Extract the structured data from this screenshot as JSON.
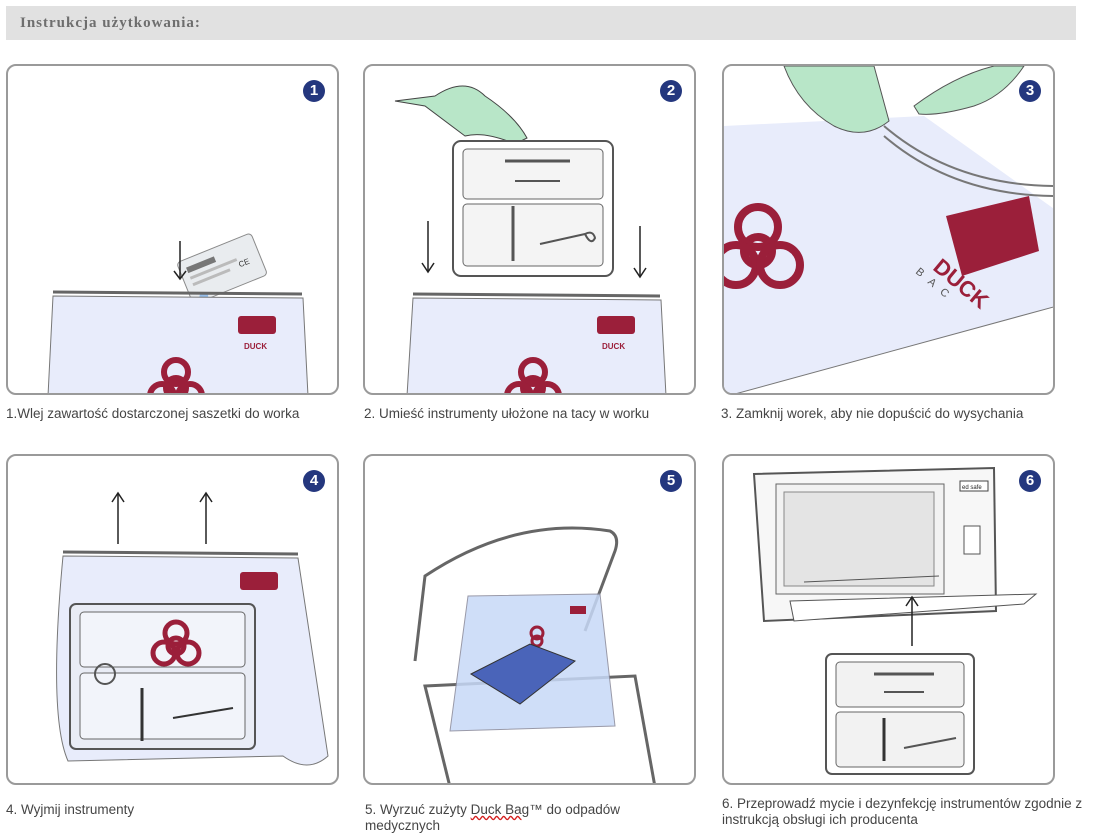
{
  "header": {
    "title": "Instrukcja użytkowania:"
  },
  "colors": {
    "badge": "#24377e",
    "biohazard": "#9b1f3a",
    "bag": "#e8ecfb",
    "glove": "#b8e6c8",
    "bin_bag": "#c7d9f7",
    "duck_bag_sheet": "#4a64b9"
  },
  "steps": [
    {
      "number": "1",
      "caption": "1.Wlej zawartość dostarczonej saszetki do worka"
    },
    {
      "number": "2",
      "caption": "2. Umieść instrumenty ułożone na tacy w worku"
    },
    {
      "number": "3",
      "caption": "3. Zamknij worek, aby nie dopuścić do wysychania",
      "logo_text": "DUCK",
      "logo_sub": "B A C"
    },
    {
      "number": "4",
      "caption": "4. Wyjmij instrumenty"
    },
    {
      "number": "5",
      "caption_lines": [
        "5. Wyrzuć zużyty ",
        "Duck Bag",
        "™ do odpadów",
        "medycznych"
      ]
    },
    {
      "number": "6",
      "caption_lines": [
        "6. Przeprowadź mycie i dezynfekcję instrumentów zgodnie z",
        "instrukcją obsługi ich producenta"
      ],
      "washer_label": "ed safe"
    }
  ]
}
